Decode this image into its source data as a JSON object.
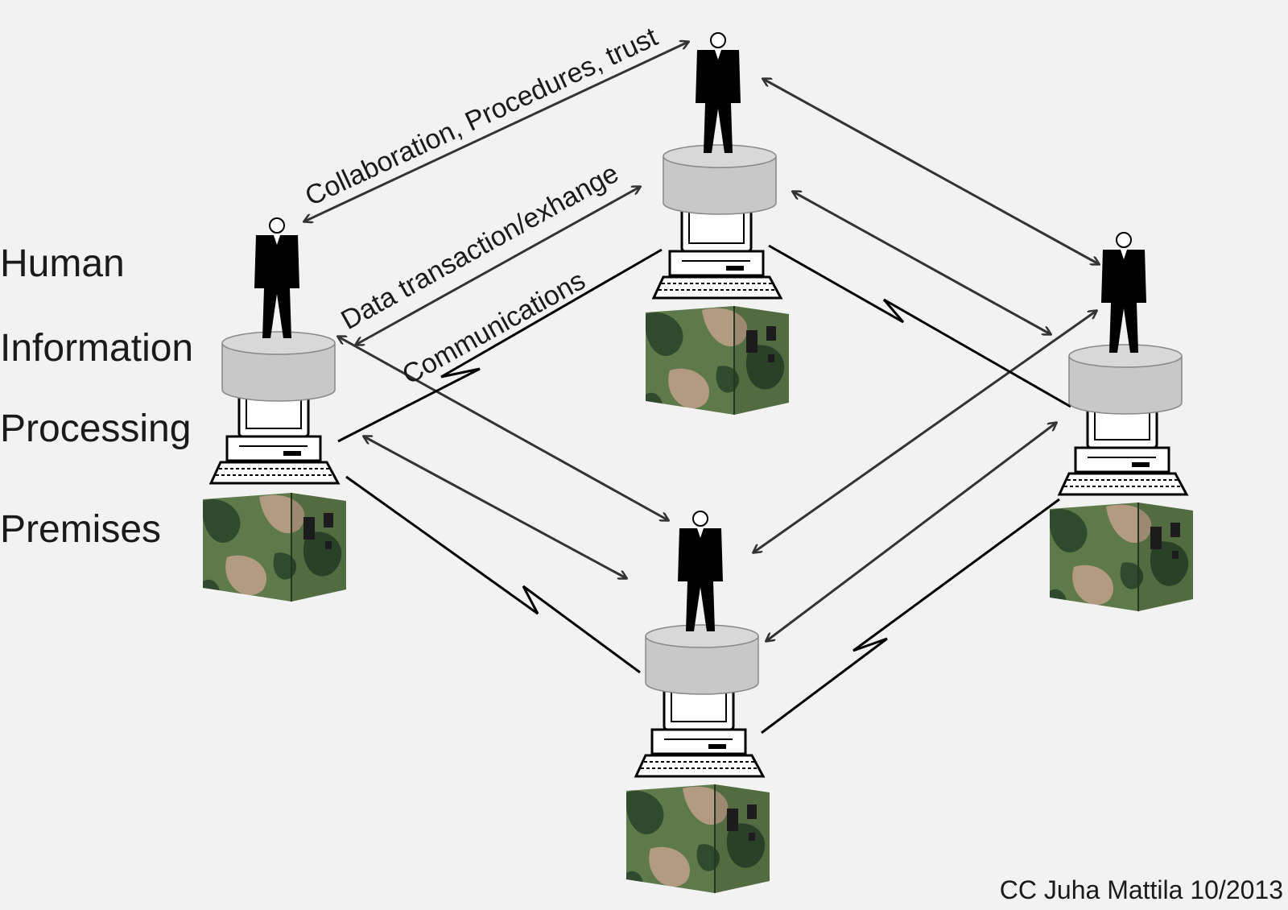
{
  "layer_labels": {
    "human": "Human",
    "information": "Information",
    "processing": "Processing",
    "premises": "Premises"
  },
  "link_labels": {
    "collaboration": "Collaboration, Procedures, trust",
    "data": "Data transaction/exhange",
    "communications": "Communications"
  },
  "credit": "CC Juha Mattila 10/2013",
  "colors": {
    "background": "#f2f2f2",
    "cylinder": "#c8c8c8",
    "camo_dark": "#2f4a2c",
    "camo_mid": "#5f7a4a",
    "camo_light": "#b39b82",
    "line": "#222222"
  }
}
